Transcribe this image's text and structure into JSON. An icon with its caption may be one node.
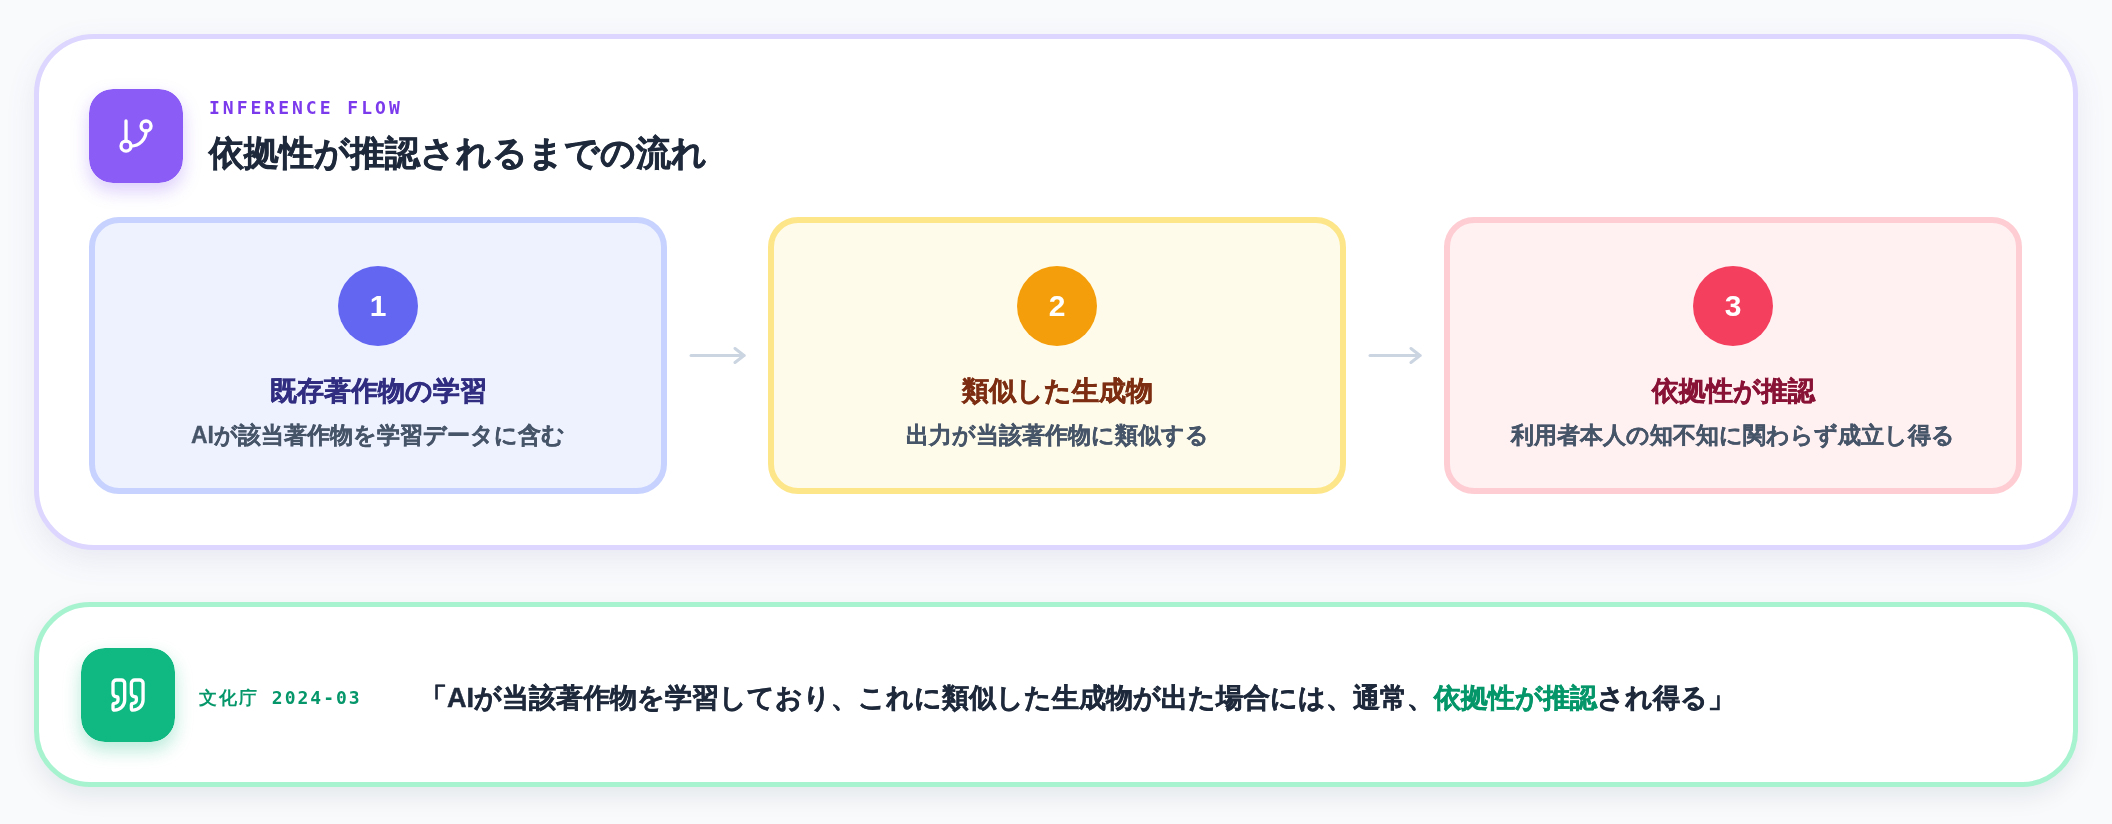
{
  "diagram": {
    "nodes": [
      {
        "text": [
          "INFERENCE FLOW",
          "依拠性が推認されるまでの流れ"
        ]
      },
      {
        "text": [
          "既存著作物の学習",
          "AIが該当著作物を学習データに含む"
        ],
        "in": 0
      },
      {
        "text": [
          "1"
        ],
        "in": 1
      },
      {
        "text": [
          "類似した生成物",
          "出力が当該著作物に類似する"
        ],
        "in": 0
      },
      {
        "text": [
          "2"
        ],
        "in": 3
      },
      {
        "text": [
          "依拠性が推認",
          "利用者本人の知不知に関わらず成立し得る"
        ],
        "in": 0
      },
      {
        "text": [
          "3"
        ],
        "in": 5
      },
      {
        "text": [
          "文化庁 2024-03",
          "「AIが当該著作物を学習しており、これに類似した生成物が出た場合には、通常、**依拠性が推認**され得る」"
        ]
      }
    ],
    "edges": [
      {
        "from": 1,
        "to": 3,
        "arrow": "to"
      },
      {
        "from": 3,
        "to": 5,
        "arrow": "to"
      }
    ]
  }
}
